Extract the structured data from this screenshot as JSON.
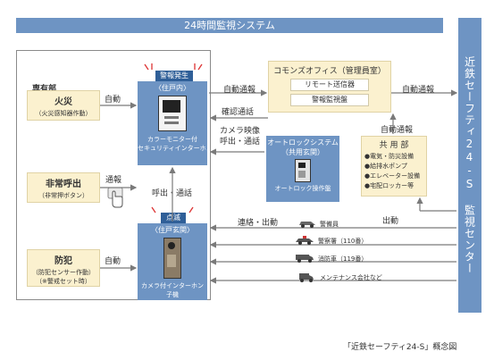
{
  "header": {
    "title": "24時間監視システム"
  },
  "center": {
    "title": "近鉄セーフティ24-S 監視センター"
  },
  "residence": {
    "section_label": "専有部",
    "fire": {
      "title": "火災",
      "note": "（火災感知器作動）"
    },
    "emergency": {
      "title": "非常呼出",
      "note": "（非常押ボタン）"
    },
    "crime": {
      "title": "防犯",
      "note1": "（防犯センサー作動）",
      "note2": "（※警戒セット時）"
    },
    "inside": {
      "tag": "警報発生",
      "title": "〈住戸内〉",
      "caption1": "カラーモニター付",
      "caption2": "セキュリティインターホン"
    },
    "entrance": {
      "tag": "点滅",
      "title": "〈住戸玄関〉",
      "caption1": "カメラ付インターホン",
      "caption2": "子機"
    }
  },
  "office": {
    "title": "コモンズオフィス（管理員室）",
    "btn1": "リモート送信器",
    "btn2": "警報監視盤"
  },
  "autolock": {
    "title": "オートロックシステム",
    "subtitle": "（共用玄関）",
    "panel": "オートロック操作盤"
  },
  "common": {
    "title": "共 用 部",
    "items": [
      "●電気・防災設備",
      "●給排水ポンプ",
      "●エレベーター設備",
      "●宅配ロッカー等"
    ]
  },
  "labels": {
    "auto1": "自動",
    "auto2": "自動",
    "notify": "通報",
    "auto_report_left": "自動通報",
    "auto_report_right": "自動通報",
    "auto_report_common": "自動通報",
    "confirm": "確認通話",
    "camera1": "カメラ映像",
    "camera2": "呼出・通話",
    "call": "呼出・通話",
    "contact": "連絡・出動",
    "dispatch": "出動"
  },
  "responders": [
    "警備員",
    "警察署（110番）",
    "消防車（119番）",
    "メンテナンス会社など"
  ],
  "caption": "「近鉄セーフティ24-S」概念図",
  "colors": {
    "accent": "#6e94c3",
    "beige": "#fbf1cf",
    "tag": "#2f5f98",
    "line": "#7a7a7a"
  }
}
